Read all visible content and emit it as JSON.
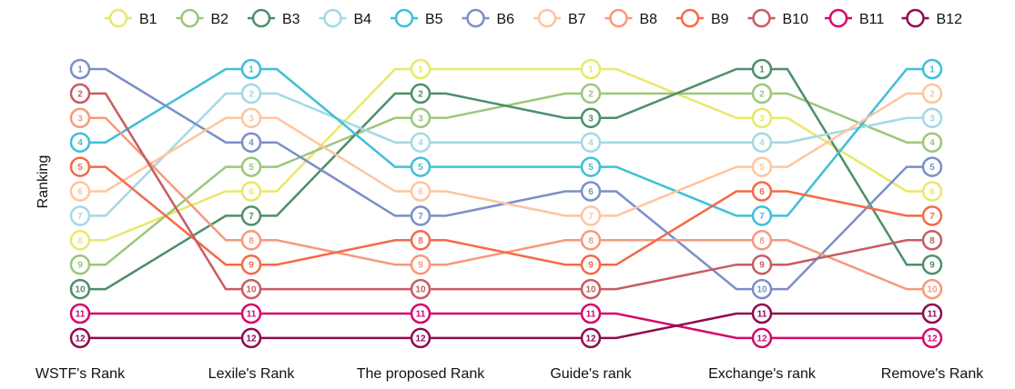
{
  "chart_data": {
    "type": "bump",
    "ylabel": "Ranking",
    "categories": [
      "WSTF's Rank",
      "Lexile's Rank",
      "The proposed Rank",
      "Guide's rank",
      "Exchange's rank",
      "Remove's Rank"
    ],
    "legend_position": "top",
    "series": [
      {
        "name": "B1",
        "color": "#e8e86a",
        "ranks": [
          8,
          6,
          1,
          1,
          3,
          6
        ]
      },
      {
        "name": "B2",
        "color": "#9cc77a",
        "ranks": [
          9,
          5,
          3,
          2,
          2,
          4
        ]
      },
      {
        "name": "B3",
        "color": "#4e8f6a",
        "ranks": [
          10,
          7,
          2,
          3,
          1,
          9
        ]
      },
      {
        "name": "B4",
        "color": "#a3d9e6",
        "ranks": [
          7,
          2,
          4,
          4,
          4,
          3
        ]
      },
      {
        "name": "B5",
        "color": "#3fbfd9",
        "ranks": [
          4,
          1,
          5,
          5,
          7,
          1
        ]
      },
      {
        "name": "B6",
        "color": "#7b8fc8",
        "ranks": [
          1,
          4,
          7,
          6,
          10,
          5
        ]
      },
      {
        "name": "B7",
        "color": "#ffc59e",
        "ranks": [
          6,
          3,
          6,
          7,
          5,
          2
        ]
      },
      {
        "name": "B8",
        "color": "#f7997a",
        "ranks": [
          3,
          8,
          9,
          8,
          8,
          10
        ]
      },
      {
        "name": "B9",
        "color": "#f56a47",
        "ranks": [
          5,
          9,
          8,
          9,
          6,
          7
        ]
      },
      {
        "name": "B10",
        "color": "#c75c62",
        "ranks": [
          2,
          10,
          10,
          10,
          9,
          8
        ]
      },
      {
        "name": "B11",
        "color": "#d4086e",
        "ranks": [
          11,
          11,
          11,
          11,
          12,
          12
        ]
      },
      {
        "name": "B12",
        "color": "#8f0a4e",
        "ranks": [
          12,
          12,
          12,
          12,
          11,
          11
        ]
      }
    ],
    "yrange": [
      1,
      12
    ]
  }
}
